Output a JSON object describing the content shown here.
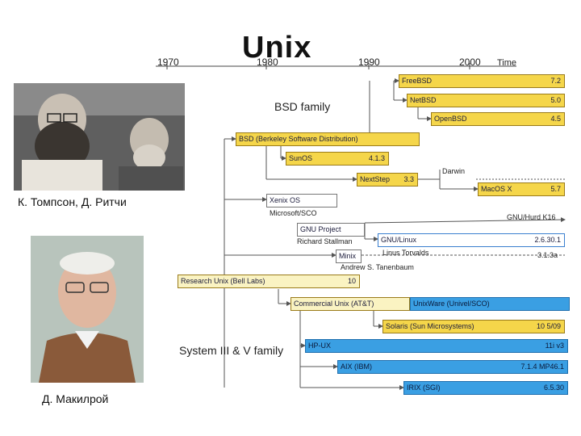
{
  "title": "Unix",
  "photos": {
    "caption1": "К. Томпсон, Д. Ритчи",
    "caption2": "Д. Макилрой"
  },
  "timeline": {
    "years": [
      "1970",
      "1980",
      "1990",
      "2000"
    ],
    "time_label": "Time"
  },
  "families": {
    "bsd": "BSD family",
    "sysv": "System III & V family"
  },
  "systems": {
    "freebsd": {
      "name": "FreeBSD",
      "ver": "7.2"
    },
    "netbsd": {
      "name": "NetBSD",
      "ver": "5.0"
    },
    "openbsd": {
      "name": "OpenBSD",
      "ver": "4.5"
    },
    "bsd": {
      "name": "BSD (Berkeley Software Distribution)"
    },
    "sunos": {
      "name": "SunOS",
      "ver": "4.1.3"
    },
    "nextstep": {
      "name": "NextStep",
      "ver": "3.3"
    },
    "darwin": {
      "name": "Darwin"
    },
    "macosx": {
      "name": "MacOS X",
      "ver": "5.7"
    },
    "xenix": {
      "name": "Xenix OS",
      "note": "Microsoft/SCO"
    },
    "gnu": {
      "name": "GNU Project",
      "note": "Richard Stallman"
    },
    "hurd": {
      "name": "GNU/Hurd K16"
    },
    "linux": {
      "name": "GNU/Linux",
      "ver": "2.6.30.1",
      "note": "Linus Torvalds"
    },
    "minix": {
      "name": "Minix",
      "ver": "3.1.3a",
      "note": "Andrew S. Tanenbaum"
    },
    "research": {
      "name": "Research Unix (Bell Labs)",
      "ver": "10"
    },
    "commercial": {
      "name": "Commercial Unix (AT&T)"
    },
    "unixware": {
      "name": "UnixWare (Univel/SCO)"
    },
    "solaris": {
      "name": "Solaris (Sun Microsystems)",
      "ver": "10 5/09"
    },
    "hpux": {
      "name": "HP-UX",
      "ver": "11i v3"
    },
    "aix": {
      "name": "AIX (IBM)",
      "ver": "7.1.4 MP46.1"
    },
    "irix": {
      "name": "IRIX (SGI)",
      "ver": "6.5.30"
    }
  },
  "colors": {
    "bsd_box": "#f5d64a",
    "research_box": "#faf3c2",
    "sysv_box": "#3a9fe3",
    "arrow": "#555555"
  }
}
